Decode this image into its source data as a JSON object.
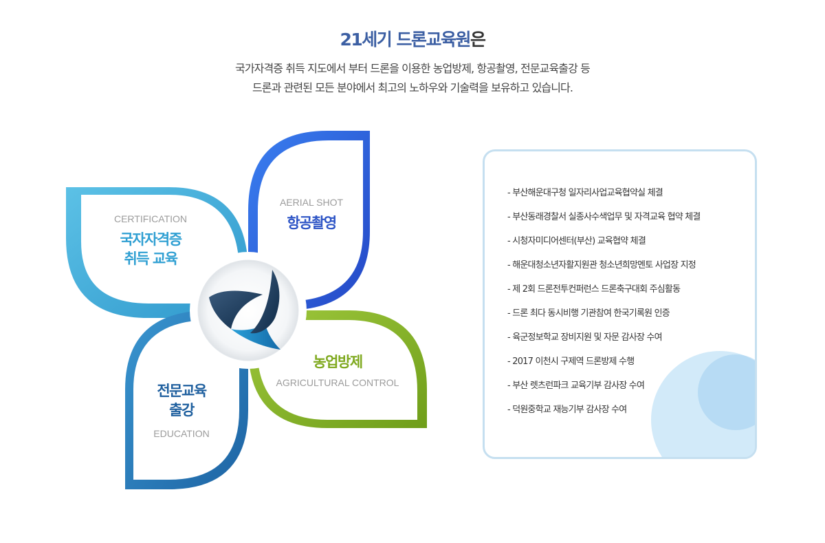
{
  "header": {
    "title_highlight": "21세기 드론교육원",
    "title_suffix": "은",
    "subtitle_line1": "국가자격증 취득 지도에서 부터 드론을 이용한 농업방제, 항공촬영, 전문교육출강 등",
    "subtitle_line2": "드론과 관련된 모든 분야에서 최고의 노하우와 기술력을 보유하고 있습니다."
  },
  "services": {
    "certification": {
      "en": "CERTIFICATION",
      "ko_line1": "국자자격증",
      "ko_line2": "취득 교육",
      "color": "#3fa9d6"
    },
    "aerial": {
      "en": "AERIAL SHOT",
      "ko": "항공촬영",
      "color": "#2f5fd8"
    },
    "agricultural": {
      "en": "AGRICULTURAL CONTROL",
      "ko": "농업방제",
      "color": "#8bb52a"
    },
    "education": {
      "en": "EDUCATION",
      "ko_line1": "전문교육",
      "ko_line2": "출강",
      "color": "#2379b8"
    }
  },
  "achievements": [
    "- 부산해운대구청 일자리사업교육협약실 체결",
    "- 부산동래경찰서 실종사수색업무 및 자격교육 협약 체결",
    "- 시청자미디어센터(부산) 교육협약 체결",
    "- 해운대청소년자활지원관 청소년희망멘토 사업장 지정",
    "- 제 2회 드론전투컨퍼런스 드론축구대회 주심활동",
    "- 드론 최다 동시비행 기관참여 한국기록원 인증",
    "- 육군정보학교 장비지원 및 자문 감사장 수여",
    "- 2017 이천시 구제역 드론방제 수행",
    "- 부산 렛츠런파크 교육기부 감사장 수여",
    "- 덕원중학교 재능기부 감사장 수여"
  ]
}
